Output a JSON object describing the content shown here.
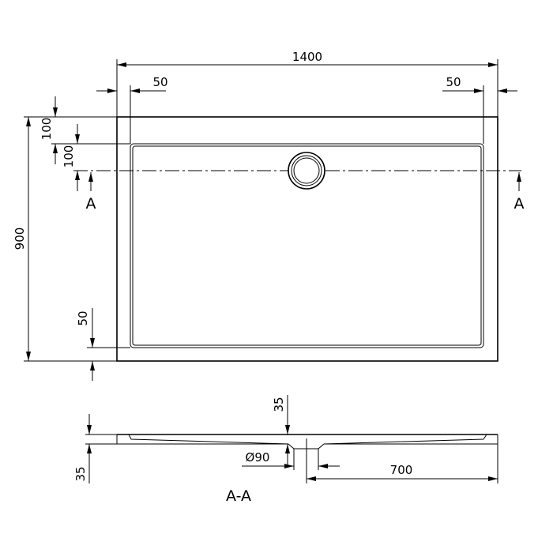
{
  "dimensions": {
    "length": "1400",
    "rim_left": "50",
    "rim_right": "50",
    "width": "900",
    "rim_top": "100",
    "drain_offset": "100",
    "rim_bottom": "50",
    "section_height_top": "35",
    "section_height_left": "35",
    "drain_diameter": "Ø90",
    "drain_center": "700"
  },
  "section_markers": {
    "left": "A",
    "right": "A"
  },
  "section_label": "A-A"
}
